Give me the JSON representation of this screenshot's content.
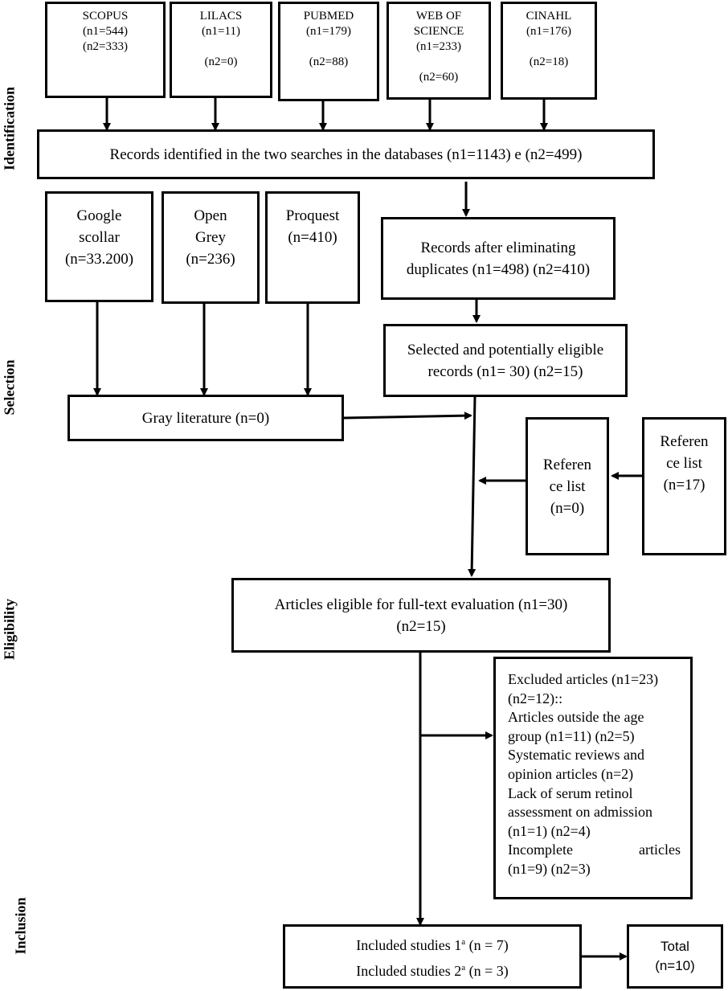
{
  "stages": {
    "identification": "Identification",
    "selection": "Selection",
    "eligibility": "Eligibility",
    "inclusion": "Inclusion"
  },
  "databases": [
    {
      "name": "SCOPUS",
      "line2": "(n1=544)",
      "line3": "(n2=333)"
    },
    {
      "name": "LILACS",
      "line2": "(n1=11)",
      "line3": "(n2=0)"
    },
    {
      "name": "PUBMED",
      "line2": "(n1=179)",
      "line3": "(n2=88)"
    },
    {
      "name_line1": "WEB OF",
      "name_line2": "SCIENCE",
      "line2": "(n1=233)",
      "line3": "(n2=60)"
    },
    {
      "name": "CINAHL",
      "line2": "(n1=176)",
      "line3": "(n2=18)"
    }
  ],
  "records_identified": "Records identified in the two searches in the databases  (n1=1143) e (n2=499)",
  "gray_sources": [
    {
      "line1": "Google",
      "line2": "scollar",
      "line3": "(n=33.200)"
    },
    {
      "line1": "Open",
      "line2": "Grey",
      "line3": "(n=236)"
    },
    {
      "line1": "Proquest",
      "line2": "(n=410)"
    }
  ],
  "duplicates": {
    "line1": "Records after eliminating",
    "line2": "duplicates (n1=498) (n2=410)"
  },
  "selected": {
    "line1": "Selected and potentially eligible",
    "line2": "records (n1= 30) (n2=15)"
  },
  "gray_literature": "Gray literature (n=0)",
  "reference_list_1": {
    "line1": "Referen",
    "line2": "ce list",
    "line3": "(n=0)"
  },
  "reference_list_2": {
    "line1": "Referen",
    "line2": "ce list",
    "line3": "(n=17)"
  },
  "eligible": {
    "line1": "Articles eligible for full-text evaluation (n1=30)",
    "line2": "(n2=15)"
  },
  "excluded": [
    "Excluded articles (n1=23)",
    "(n2=12)::",
    "Articles outside the age",
    "group (n1=11) (n2=5)",
    "Systematic reviews and",
    "opinion articles (n=2)",
    "Lack of serum retinol",
    "assessment on admission",
    "(n1=1) (n2=4)",
    "Incomplete articles",
    "(n1=9) (n2=3)"
  ],
  "included": {
    "line1_pre": "Included studies 1",
    "line1_sup": "a",
    "line1_post": " (n = 7)",
    "line2_pre": "Included studies 2",
    "line2_sup": "a",
    "line2_post": " (n = 3)"
  },
  "total": {
    "line1": "Total",
    "line2": "(n=10)"
  }
}
